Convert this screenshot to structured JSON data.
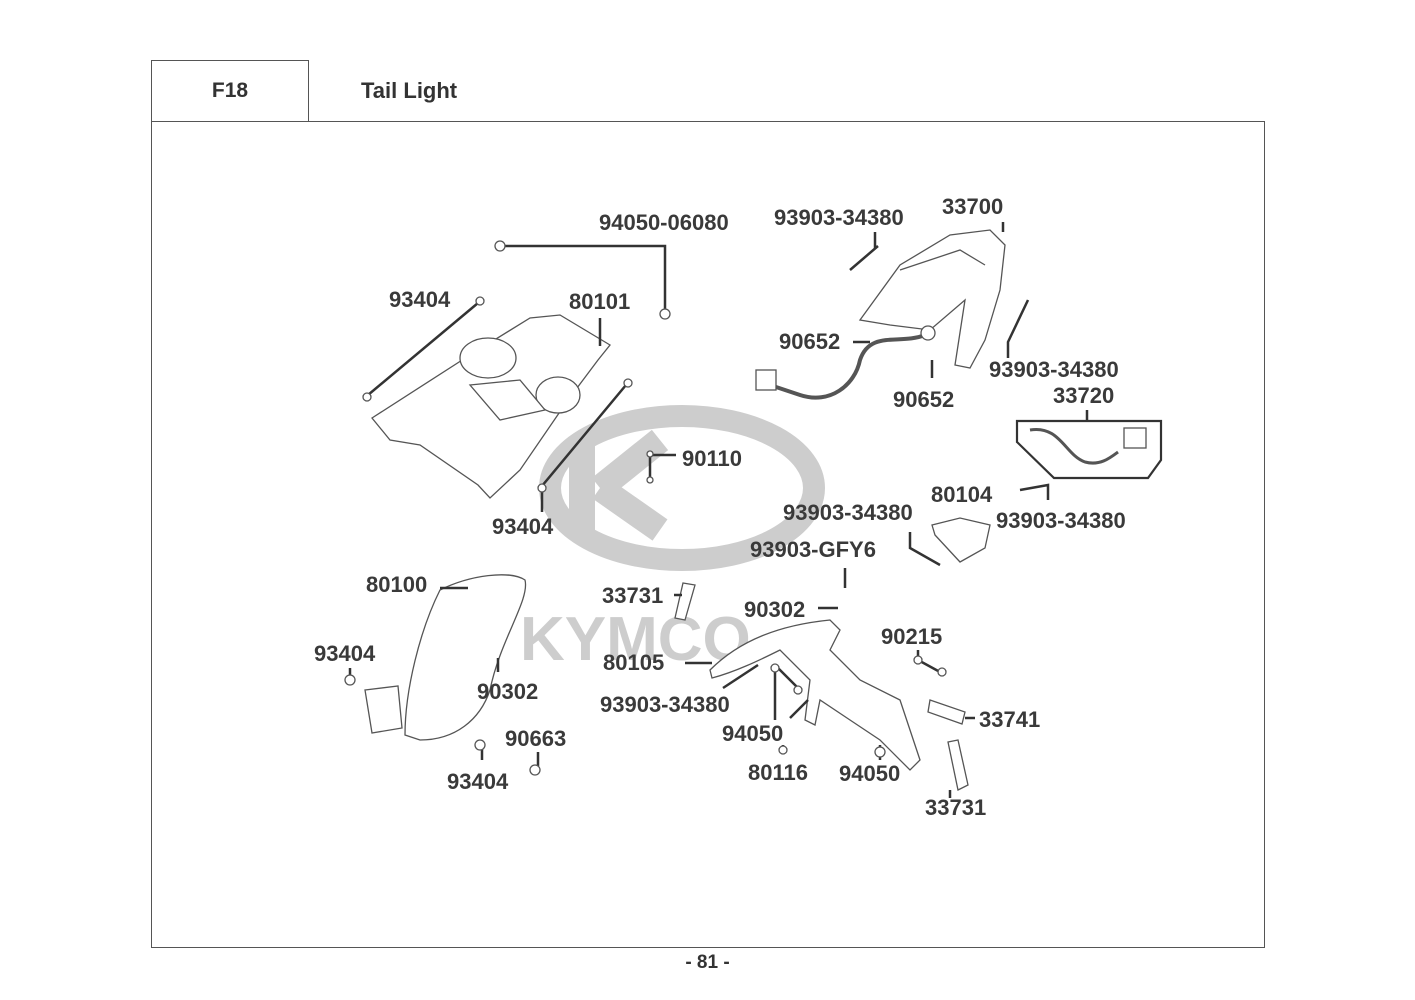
{
  "header": {
    "section_code": "F18",
    "section_title": "Tail Light"
  },
  "watermark": {
    "brand": "KYMCO",
    "color": "#c8c8c8"
  },
  "footer": {
    "page_number": "- 81 -"
  },
  "part_labels": [
    {
      "id": "p1",
      "number": "94050-06080"
    },
    {
      "id": "p2",
      "number": "93404"
    },
    {
      "id": "p3",
      "number": "80101"
    },
    {
      "id": "p4",
      "number": "93404"
    },
    {
      "id": "p5",
      "number": "90110"
    },
    {
      "id": "p6",
      "number": "93903-34380"
    },
    {
      "id": "p7",
      "number": "33700"
    },
    {
      "id": "p8",
      "number": "90652"
    },
    {
      "id": "p9",
      "number": "90652"
    },
    {
      "id": "p10",
      "number": "93903-34380"
    },
    {
      "id": "p11",
      "number": "33720"
    },
    {
      "id": "p12",
      "number": "80104"
    },
    {
      "id": "p13",
      "number": "93903-34380"
    },
    {
      "id": "p14",
      "number": "93903-34380"
    },
    {
      "id": "p15",
      "number": "93903-GFY6"
    },
    {
      "id": "p16",
      "number": "80100"
    },
    {
      "id": "p17",
      "number": "33731"
    },
    {
      "id": "p18",
      "number": "90302"
    },
    {
      "id": "p19",
      "number": "90215"
    },
    {
      "id": "p20",
      "number": "93404"
    },
    {
      "id": "p21",
      "number": "80105"
    },
    {
      "id": "p22",
      "number": "90302"
    },
    {
      "id": "p23",
      "number": "93903-34380"
    },
    {
      "id": "p24",
      "number": "33741"
    },
    {
      "id": "p25",
      "number": "94050"
    },
    {
      "id": "p26",
      "number": "90663"
    },
    {
      "id": "p27",
      "number": "80116"
    },
    {
      "id": "p28",
      "number": "94050"
    },
    {
      "id": "p29",
      "number": "93404"
    },
    {
      "id": "p30",
      "number": "33731"
    }
  ]
}
